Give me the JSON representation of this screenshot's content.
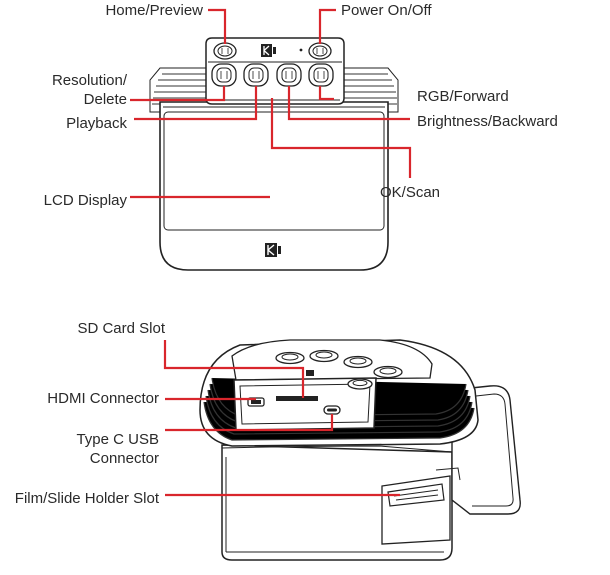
{
  "labels": {
    "home_preview": "Home/Preview",
    "power": "Power On/Off",
    "resolution_line1": "Resolution/",
    "resolution_line2": "Delete",
    "rgb_forward": "RGB/Forward",
    "playback": "Playback",
    "brightness_backward": "Brightness/Backward",
    "ok_scan": "OK/Scan",
    "lcd_display": "LCD Display",
    "sd_card_slot": "SD Card Slot",
    "hdmi_connector": "HDMI Connector",
    "usb_line1": "Type C USB",
    "usb_line2": "Connector",
    "film_slide_slot": "Film/Slide Holder Slot"
  },
  "colors": {
    "leader": "#d9262c",
    "outline": "#222222",
    "text": "#2a2a2a"
  },
  "icons": {
    "brand_logo": "kodak-k-logo"
  }
}
